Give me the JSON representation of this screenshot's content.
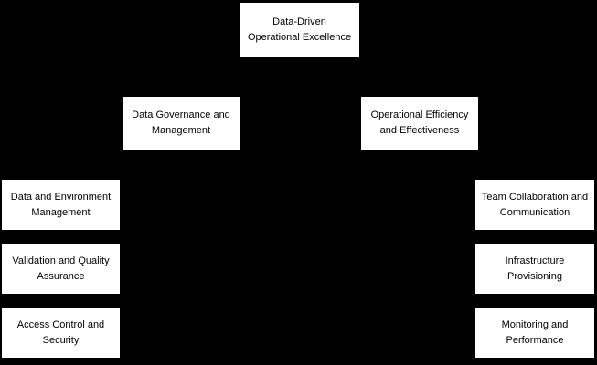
{
  "diagram": {
    "type": "hierarchy-flowchart",
    "colors": {
      "background": "#000000",
      "node_fill": "#ffffff",
      "node_text": "#000000"
    },
    "nodes": {
      "root": {
        "label": "Data-Driven\nOperational Excellence"
      },
      "branches": [
        {
          "label": "Data Governance and\nManagement",
          "children": [
            {
              "label": "Data and Environment\nManagement"
            },
            {
              "label": "Validation and Quality\nAssurance"
            },
            {
              "label": "Access Control and\nSecurity"
            }
          ]
        },
        {
          "label": "Operational Efficiency\nand Effectiveness",
          "children": [
            {
              "label": "Team Collaboration and\nCommunication"
            },
            {
              "label": "Infrastructure\nProvisioning"
            },
            {
              "label": "Monitoring and\nPerformance"
            }
          ]
        }
      ]
    }
  }
}
